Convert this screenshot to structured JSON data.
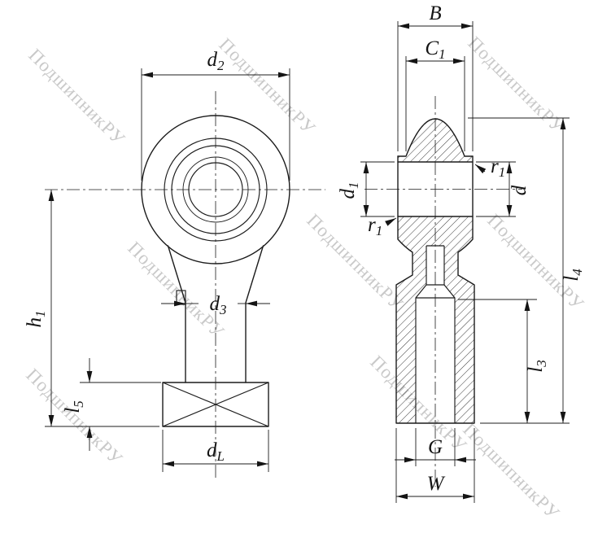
{
  "watermark": {
    "text": "ПодшипникРУ",
    "color": "#c9c9c9"
  },
  "labels": {
    "d2": {
      "base": "d",
      "sub": "2"
    },
    "h1": {
      "base": "h",
      "sub": "1"
    },
    "d3": {
      "base": "d",
      "sub": "3"
    },
    "l5": {
      "base": "l",
      "sub": "5"
    },
    "dL": {
      "base": "d",
      "sub": "L"
    },
    "B": {
      "base": "B",
      "sub": ""
    },
    "C1": {
      "base": "C",
      "sub": "1"
    },
    "d1": {
      "base": "d",
      "sub": "1"
    },
    "r1a": {
      "base": "r",
      "sub": "1"
    },
    "r1b": {
      "base": "r",
      "sub": "1"
    },
    "d": {
      "base": "d",
      "sub": ""
    },
    "l4": {
      "base": "l",
      "sub": "4"
    },
    "l3": {
      "base": "l",
      "sub": "3"
    },
    "G": {
      "base": "G",
      "sub": ""
    },
    "W": {
      "base": "W",
      "sub": ""
    }
  }
}
